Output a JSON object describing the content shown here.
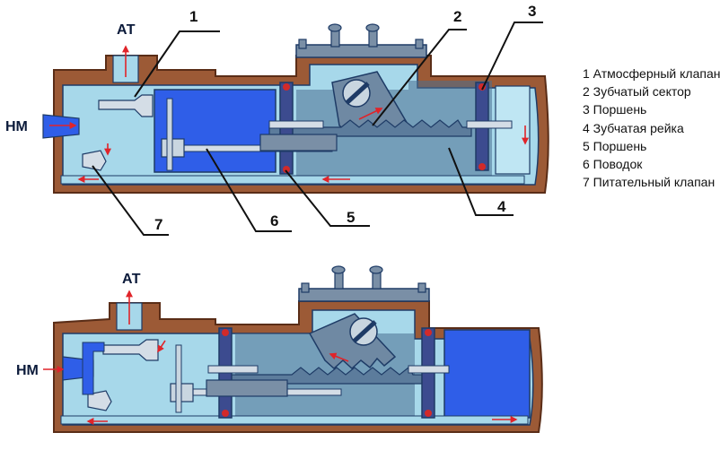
{
  "ports": {
    "top": {
      "atm": "АТ",
      "supply": "НМ"
    },
    "bottom": {
      "atm": "АТ",
      "supply": "НМ"
    }
  },
  "callouts": [
    "1",
    "2",
    "3",
    "4",
    "5",
    "6",
    "7"
  ],
  "legend": [
    "1 Атмосферный клапан",
    "2 Зубчатый сектор",
    "3 Поршень",
    "4 Зубчатая рейка",
    "5 Поршень",
    "6 Поводок",
    "7 Питательный клапан"
  ],
  "colors": {
    "housing": "#9c5a36",
    "housing_edge": "#5a2d17",
    "chamber_light": "#a7d8ea",
    "pressure_blue": "#2f5ee8",
    "metal": "#7a8fa6",
    "flow_arrow": "#e0242a",
    "frame": "#1e3b66"
  }
}
